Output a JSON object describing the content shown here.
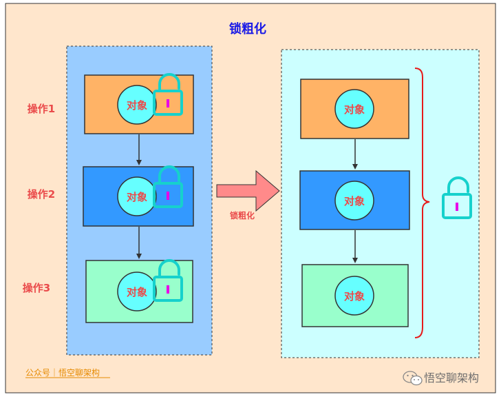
{
  "diagram": {
    "title": "锁粗化",
    "arrow_label": "锁粗化",
    "object_label": "对象",
    "operations": [
      "操作1",
      "操作2",
      "操作3"
    ],
    "left_footer": "公众号｜悟空聊架构",
    "watermark": "悟空聊架构"
  },
  "colors": {
    "page_bg": "#FFE6CC",
    "left_panel": "#99CCFF",
    "right_panel": "#CCFFFF",
    "box_orange": "#FFB366",
    "box_blue": "#3399FF",
    "box_green": "#99FFCC",
    "circle": "#66FFFF",
    "lock": "#16D1CC",
    "lock_bar": "#E800E8",
    "label_red": "#EA4B4B",
    "title_blue": "#1A1AE6",
    "brace_red": "#E61A1A",
    "arrow_fill": "#FF8A8A",
    "footer_orange": "#E68A00"
  },
  "icons": [
    "unlock-icon",
    "wechat-icon"
  ]
}
